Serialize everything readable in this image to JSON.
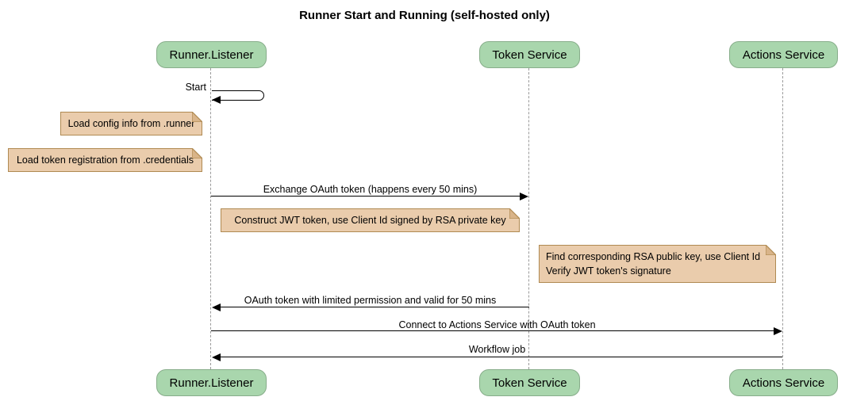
{
  "title": "Runner Start and Running (self-hosted only)",
  "participants": [
    {
      "id": "runner-listener",
      "label": "Runner.Listener"
    },
    {
      "id": "token-service",
      "label": "Token Service"
    },
    {
      "id": "actions-service",
      "label": "Actions Service"
    }
  ],
  "messages": [
    {
      "label": "Start",
      "type": "self",
      "from": "Runner.Listener",
      "to": "Runner.Listener"
    },
    {
      "label": "Exchange OAuth token (happens every 50 mins)",
      "type": "solid-arrow",
      "from": "Runner.Listener",
      "to": "Token Service"
    },
    {
      "label": "OAuth token with limited permission and valid for 50 mins",
      "type": "solid-arrow",
      "from": "Token Service",
      "to": "Runner.Listener"
    },
    {
      "label": "Connect to Actions Service with OAuth token",
      "type": "solid-arrow",
      "from": "Runner.Listener",
      "to": "Actions Service"
    },
    {
      "label": "Workflow job",
      "type": "solid-arrow",
      "from": "Actions Service",
      "to": "Runner.Listener"
    }
  ],
  "notes": [
    {
      "text": "Load config info from .runner",
      "position": "left of Runner.Listener"
    },
    {
      "text": "Load token registration from .credentials",
      "position": "left of Runner.Listener"
    },
    {
      "text": "Construct JWT token, use Client Id signed by RSA private key",
      "position": "between Runner.Listener and Token Service"
    },
    {
      "lines": [
        "Find corresponding RSA public key, use Client Id",
        "Verify JWT token's signature"
      ],
      "position": "right of Token Service"
    }
  ],
  "colors": {
    "participant_fill": "#a9d6ad",
    "participant_border": "#87ad8a",
    "note_fill": "#eaccac",
    "note_border": "#b08a52",
    "note_fold": "#d9b489",
    "lifeline": "#9a9a9a",
    "arrow": "#000000",
    "background": "#ffffff"
  }
}
